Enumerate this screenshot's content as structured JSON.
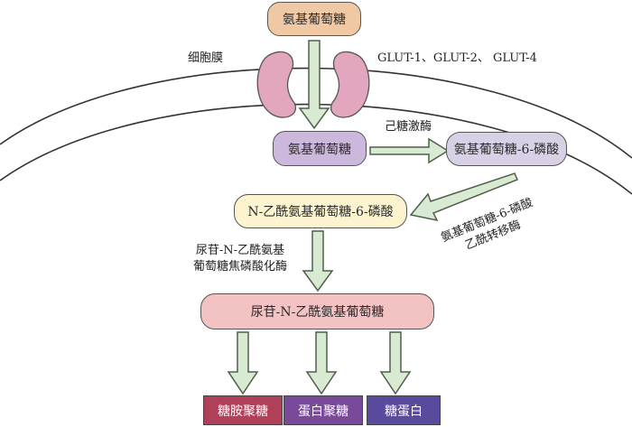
{
  "nodes": {
    "glucosamine_outside": "氨基葡萄糖",
    "glucosamine_inside": "氨基葡萄糖",
    "glucosamine_6p": "氨基葡萄糖-6-磷酸",
    "n_acetyl_glucosamine_6p": "N-乙酰氨基葡萄糖-6-磷酸",
    "udp_n_acetyl_glucosamine": "尿苷-N-乙酰氨基葡萄糖"
  },
  "labels": {
    "cell_membrane": "细胞膜",
    "transporters": "GLUT-1、GLUT-2、 GLUT-4",
    "hexokinase": "己糖激酶",
    "acetyltransferase_line1": "氨基葡萄糖-6-磷酸",
    "acetyltransferase_line2": "乙酰转移酶",
    "pyrophosphorylase_line1": "尿苷-N-乙酰氨基",
    "pyrophosphorylase_line2": "葡萄糖焦磷酸化酶"
  },
  "products": [
    {
      "label": "糖胺聚糖",
      "color": "#b0405a"
    },
    {
      "label": "蛋白聚糖",
      "color": "#7a4a9a"
    },
    {
      "label": "糖蛋白",
      "color": "#5a4a9e"
    }
  ],
  "colors": {
    "top_node": "#f0c9a4",
    "inner_node": "#cdb8dd",
    "g6p_node": "#d8d0e4",
    "nag6p_node": "#fbf4cf",
    "udp_node": "#f3c3c3",
    "transporter": "#e2a6bf",
    "arrow_fill": "#d9ead3",
    "arrow_stroke": "#4f5f4c",
    "membrane": "#333333"
  }
}
